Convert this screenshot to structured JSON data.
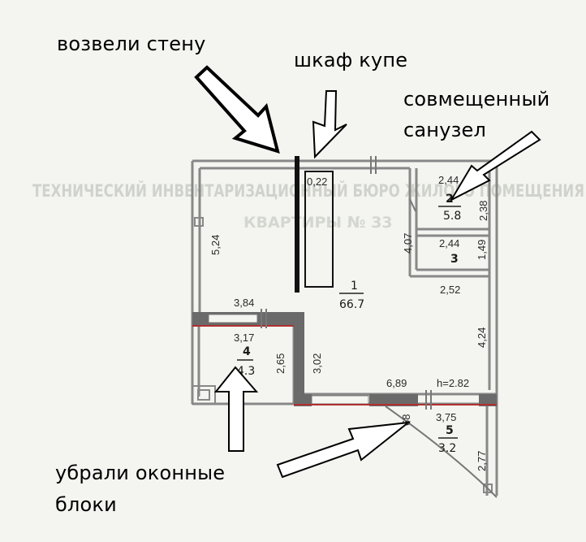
{
  "watermark": {
    "line1": "ТЕХНИЧЕСКИЙ ИНВЕНТАРИЗАЦИОННЫЙ БЮРО ЖИЛОГО ПОМЕЩЕНИЯ",
    "line2": "КВАРТИРЫ № 33"
  },
  "annotations": {
    "wall_built": "возвели стену",
    "wardrobe": "шкаф купе",
    "bathroom_line1": "совмещенный",
    "bathroom_line2": "санузел",
    "windows_line1": "убрали оконные",
    "windows_line2": "блоки"
  },
  "rooms": {
    "main": {
      "number": "1",
      "area": "66.7"
    },
    "bathroom": {
      "number": "2",
      "area": "5.8"
    },
    "storage": {
      "number": "3"
    },
    "balcony": {
      "number": "4",
      "area": "4.3"
    },
    "entrance": {
      "number": "5",
      "area": "3.2"
    }
  },
  "dimensions": {
    "d_022": "0,22",
    "d_524": "5,24",
    "d_244a": "2,44",
    "d_238": "2,38",
    "d_407": "4,07",
    "d_244b": "2,44",
    "d_149": "1,49",
    "d_252": "2,52",
    "d_424": "4,24",
    "d_384": "3,84",
    "d_317": "3,17",
    "d_265": "2,65",
    "d_302": "3,02",
    "d_689": "6,89",
    "d_h": "h=2.82",
    "d_068": "68",
    "d_375": "3,75",
    "d_277": "2,77"
  },
  "colors": {
    "wall": "#888888",
    "paint": "#111111",
    "accent_red": "#b03030",
    "background": "#f4f5f0"
  }
}
